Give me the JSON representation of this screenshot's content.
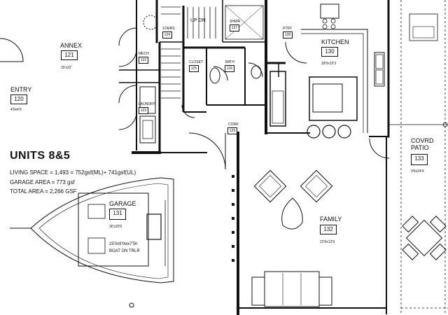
{
  "summary": {
    "title": "UNITS 8&5",
    "living_space": "LIVING SPACE = 1,493 = 752gsf(ML)+ 741gsf(UL)",
    "garage_area": "GARAGE AREA = 773 gsf",
    "total_area": "TOTAL AREA = 2,266 GSF"
  },
  "rooms": {
    "annex": {
      "name": "ANNEX",
      "number": "121",
      "dim": "20'x22'"
    },
    "entry": {
      "name": "ENTRY",
      "number": "120",
      "dim": "4'0x4'0"
    },
    "mech": {
      "name": "MECH",
      "number": "122"
    },
    "laundry": {
      "name": "LAUNDRY",
      "number": "123"
    },
    "stairs": {
      "name": "STAIRS",
      "number": "124"
    },
    "up_dn": {
      "name": "UP DN"
    },
    "closet": {
      "name": "CLOSET",
      "number": "125"
    },
    "bath": {
      "name": "BATH",
      "number": "126"
    },
    "shower": {
      "name": "SHWR",
      "number": "127"
    },
    "pantry": {
      "name": "PTRY",
      "number": "128"
    },
    "kitchen": {
      "name": "KITCHEN",
      "number": "130",
      "dim": "18'0x10'3"
    },
    "corridor": {
      "name": "CORR",
      "number": "129"
    },
    "garage": {
      "name": "GARAGE",
      "number": "131",
      "dim": "36'x20'0"
    },
    "family": {
      "name": "FAMILY",
      "number": "132",
      "dim": "22'6x13'9"
    },
    "patio": {
      "name": "COVRD PATIO",
      "line1": "COVRD",
      "line2": "PATIO",
      "number": "133",
      "dim": "9'6x24'4"
    }
  },
  "boat_note": {
    "line1": "25'0x9'0wx7'5h",
    "line2": "BOAT ON TRLR"
  },
  "colors": {
    "line": "#111111",
    "background": "#ffffff",
    "shading": "#e8e8e8"
  }
}
